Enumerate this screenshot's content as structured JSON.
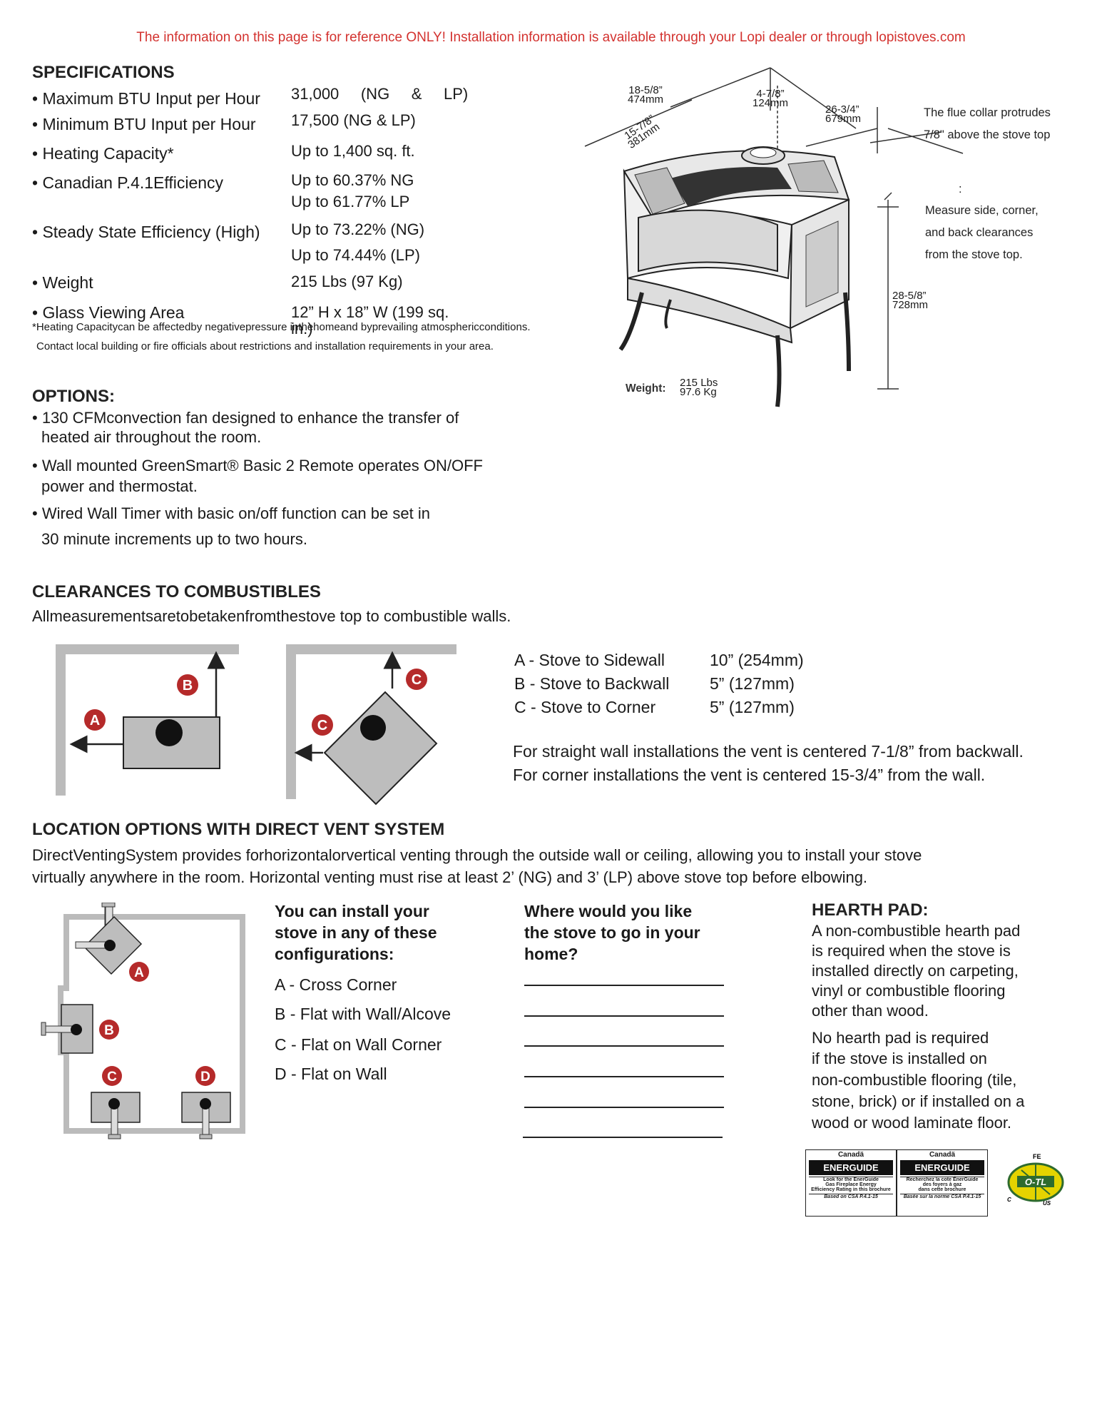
{
  "notice": "The information on this page is for reference ONLY! Installation information is available through your Lopi dealer or through lopistoves.com",
  "specifications": {
    "heading": "SPECIFICATIONS",
    "rows": [
      {
        "label": "• Maximum BTU Input per Hour",
        "value": "31,000     (NG     &     LP)"
      },
      {
        "label": "• Minimum BTU Input per Hour",
        "value": "17,500 (NG & LP)"
      },
      {
        "label": "• Heating Capacity*",
        "value": "Up to 1,400 sq. ft."
      },
      {
        "label": "• Canadian P.4.1Efficiency",
        "value": "Up to 60.37% NG",
        "value2": "Up to 61.77% LP"
      },
      {
        "label": "• Steady State Efficiency (High)",
        "value": "Up to 73.22% (NG)",
        "value2": "Up to 74.44% (LP)"
      },
      {
        "label": "• Weight",
        "value": "215 Lbs (97 Kg)"
      },
      {
        "label": "• Glass Viewing Area",
        "value": "12” H x 18” W (199 sq.",
        "value2": "in.)"
      }
    ],
    "footnote1": "*Heating Capacitycan be affectedby negativepressure inthehomeand byprevailing atmosphericconditions.",
    "footnote2": "Contact local building or fire officials about restrictions and installation requirements in your area."
  },
  "stove_diagram": {
    "dim_width": "18-5/8”",
    "dim_width_mm": "474mm",
    "dim_collar": "4-7/8”",
    "dim_collar_mm": "124mm",
    "dim_depth": "26-3/4”",
    "dim_depth_mm": "679mm",
    "dim_side": "15-7/8”",
    "dim_side_mm": "381mm",
    "dim_height": "28-5/8”",
    "dim_height_mm": "728mm",
    "weight_label": "Weight:",
    "weight_lbs": "215 Lbs",
    "weight_kg": "97.6 Kg",
    "note_collar_1": "The flue collar protrudes",
    "note_collar_2": "7/8\" above the stove top",
    "note_colon": ":",
    "note_measure_1": "Measure side, corner,",
    "note_measure_2": "and back clearances",
    "note_measure_3": "from the stove top."
  },
  "options": {
    "heading": "OPTIONS:",
    "items": [
      {
        "line1": "• 130 CFMconvection fan designed to enhance the transfer of",
        "line2": "heated air throughout the room."
      },
      {
        "line1": "• Wall mounted GreenSmart® Basic 2 Remote operates ON/OFF",
        "line2": "power and thermostat."
      },
      {
        "line1": "• Wired Wall Timer with basic on/off function can be set in",
        "line2": "30 minute increments up to two hours."
      }
    ]
  },
  "clearances": {
    "heading": "CLEARANCES TO COMBUSTIBLES",
    "intro": "Allmeasurementsaretobetakenfromthestove top to combustible walls.",
    "rows": [
      {
        "label": "A - Stove to Sidewall",
        "value": "10” (254mm)"
      },
      {
        "label": "B - Stove to Backwall",
        "value": "5” (127mm)"
      },
      {
        "label": "C - Stove to Corner",
        "value": "5” (127mm)"
      }
    ],
    "note1": "For straight wall installations the vent is centered 7-1/8” from backwall.",
    "note2": "For corner installations the vent is centered 15-3/4” from the wall.",
    "badge_a": "A",
    "badge_b": "B",
    "badge_c": "C"
  },
  "location": {
    "heading": "LOCATION OPTIONS WITH DIRECT VENT SYSTEM",
    "intro1": "DirectVentingSystem provides forhorizontalorvertical venting through the outside wall or ceiling, allowing you to install your stove",
    "intro2": "virtually anywhere in the room. Horizontal venting must rise at least 2’ (NG) and 3’ (LP) above stove top before elbowing.",
    "config_heading_1": "You can install your",
    "config_heading_2": "stove in any of these",
    "config_heading_3": "configurations:",
    "configs": [
      "A - Cross Corner",
      "B - Flat with Wall/Alcove",
      "C - Flat on Wall Corner",
      "D - Flat on Wall"
    ],
    "where_heading_1": "Where would you like",
    "where_heading_2": "the stove to go in your",
    "where_heading_3": "home?",
    "badges": [
      "A",
      "B",
      "C",
      "D"
    ]
  },
  "hearth": {
    "heading": "HEARTH PAD:",
    "para1": [
      "A non-combustible hearth pad",
      "is required when the stove is",
      "installed directly on carpeting,",
      "vinyl or combustible flooring",
      "other than wood."
    ],
    "para2": [
      "No hearth pad is required",
      "if the stove is installed on",
      "non-combustible flooring (tile,",
      "stone, brick) or if installed on a",
      "wood or wood laminate floor."
    ]
  },
  "logos": {
    "canada": "Canadä",
    "energuide": "ENERGUIDE",
    "eg_en_1": "Look for the EnerGuide",
    "eg_en_2": "Gas Fireplace Energy",
    "eg_en_3": "Efficiency Rating in this brochure",
    "eg_en_4": "Based on CSA P.4.1-15",
    "eg_fr_1": "Recherchez la cote ÉnerGuide",
    "eg_fr_2": "des foyers à gaz",
    "eg_fr_3": "dans cette brochure",
    "eg_fr_4": "Basée sur la norme CSA P.4.1-15",
    "otl": "O-TL",
    "otl_fe": "FE",
    "otl_c": "C",
    "otl_us": "US"
  }
}
